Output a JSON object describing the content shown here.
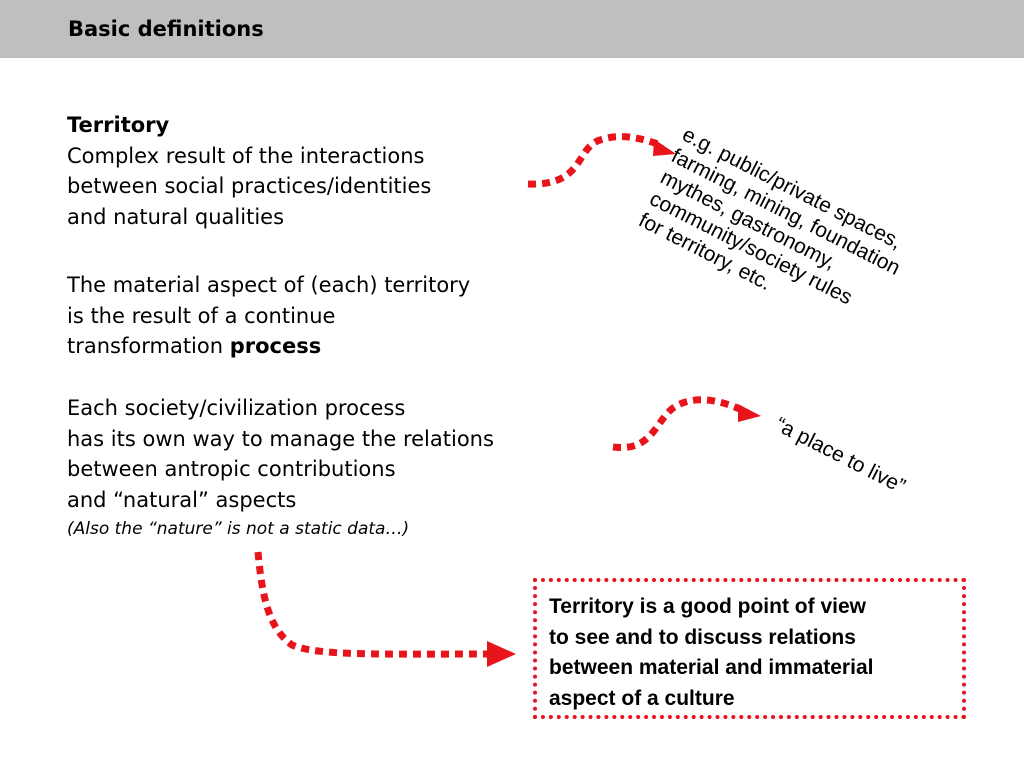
{
  "header": {
    "title": "Basic definitions"
  },
  "territory": {
    "heading": "Territory",
    "lines": [
      "Complex result of the interactions",
      "between social practices/identities",
      "and natural qualities"
    ]
  },
  "material": {
    "lines": [
      "The material aspect of (each) territory",
      "is the result of a continue"
    ],
    "last_line_prefix": "transformation ",
    "last_line_bold": "process"
  },
  "society": {
    "lines": [
      "Each society/civilization process",
      "has its own way to manage the relations",
      "between antropic contributions",
      "and “natural” aspects"
    ],
    "note": "(Also the “nature” is not a static data…)"
  },
  "examples": {
    "lines": [
      "e.g. public/private spaces,",
      "farming, mining, foundation",
      "mythes, gastronomy,",
      "community/society rules",
      "for territory, etc."
    ]
  },
  "place_quote": "“a place to live”",
  "conclusion": {
    "lines": [
      "Territory is a good point of view",
      "to see and to discuss relations",
      "between material and immaterial",
      "aspect of a culture"
    ]
  },
  "colors": {
    "header_bg": "#bfbfbf",
    "accent_red": "#e8141c"
  }
}
